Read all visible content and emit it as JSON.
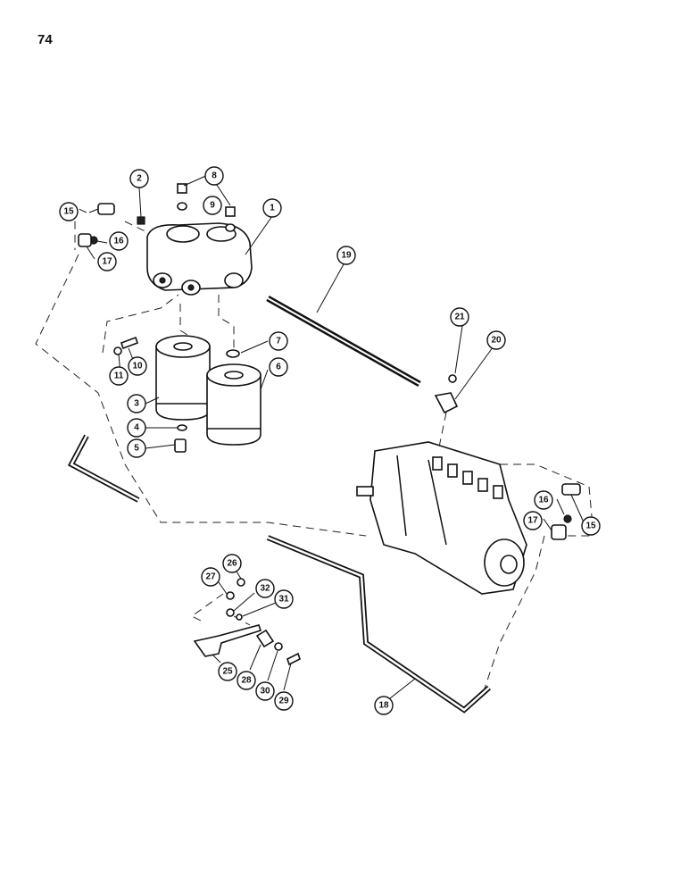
{
  "page": {
    "number": "74"
  },
  "callouts": [
    {
      "id": "c1",
      "label": "1"
    },
    {
      "id": "c2",
      "label": "2"
    },
    {
      "id": "c3",
      "label": "3"
    },
    {
      "id": "c4",
      "label": "4"
    },
    {
      "id": "c5",
      "label": "5"
    },
    {
      "id": "c6",
      "label": "6"
    },
    {
      "id": "c7",
      "label": "7"
    },
    {
      "id": "c8",
      "label": "8"
    },
    {
      "id": "c9",
      "label": "9"
    },
    {
      "id": "c10",
      "label": "10"
    },
    {
      "id": "c11",
      "label": "11"
    },
    {
      "id": "c15a",
      "label": "15"
    },
    {
      "id": "c16a",
      "label": "16"
    },
    {
      "id": "c17a",
      "label": "17"
    },
    {
      "id": "c18",
      "label": "18"
    },
    {
      "id": "c19",
      "label": "19"
    },
    {
      "id": "c20",
      "label": "20"
    },
    {
      "id": "c21",
      "label": "21"
    },
    {
      "id": "c15b",
      "label": "15"
    },
    {
      "id": "c16b",
      "label": "16"
    },
    {
      "id": "c17b",
      "label": "17"
    },
    {
      "id": "c25",
      "label": "25"
    },
    {
      "id": "c26",
      "label": "26"
    },
    {
      "id": "c27",
      "label": "27"
    },
    {
      "id": "c28",
      "label": "28"
    },
    {
      "id": "c29",
      "label": "29"
    },
    {
      "id": "c30",
      "label": "30"
    },
    {
      "id": "c31",
      "label": "31"
    },
    {
      "id": "c32",
      "label": "32"
    }
  ]
}
